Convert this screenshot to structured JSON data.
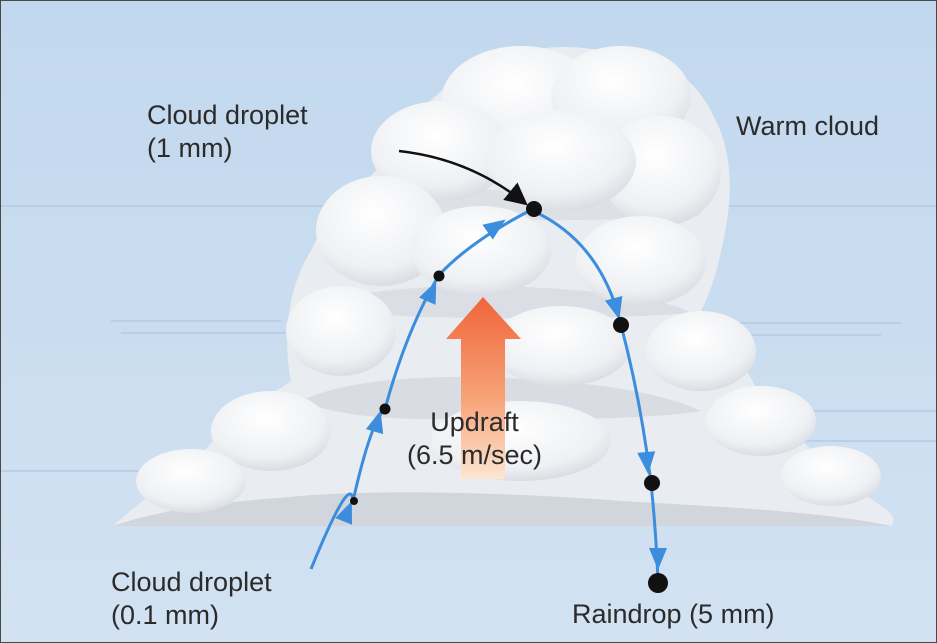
{
  "colors": {
    "sky": "#c8dcf0",
    "cloud_light": "#f4f6f8",
    "cloud_shadow": "#c9ced6",
    "path": "#3c8dde",
    "droplet": "#111111",
    "updraft_top": "#f0653a",
    "updraft_bottom": "#fbe0c8",
    "text": "#2b2b2b"
  },
  "labels": {
    "top_droplet": [
      "Cloud droplet",
      "(1 mm)"
    ],
    "warm_cloud": "Warm cloud",
    "updraft": [
      "Updraft",
      "(6.5 m/sec)"
    ],
    "bottom_droplet": [
      "Cloud droplet",
      "(0.1 mm)"
    ],
    "raindrop": "Raindrop (5 mm)"
  },
  "icons": {
    "droplet": "droplet-icon",
    "path_arrow": "arrowhead-icon",
    "updraft": "up-arrow-icon"
  }
}
